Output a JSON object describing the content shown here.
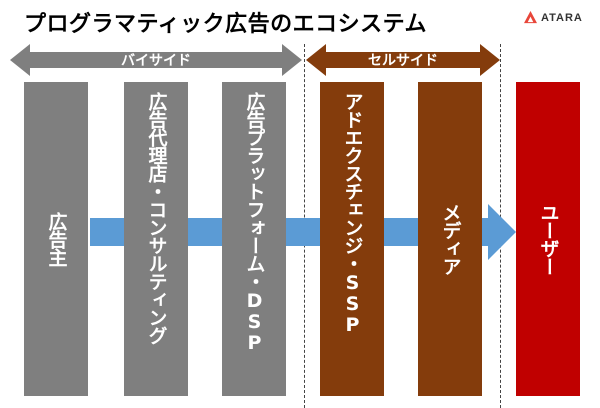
{
  "title": "プログラマティック広告のエコシステム",
  "logo": {
    "text": "ATARA",
    "icon": "atara-triangle-logo",
    "color": "#e8463a"
  },
  "segments": {
    "buy_side": {
      "label": "バイサイド",
      "color": "#7f7f7f"
    },
    "sell_side": {
      "label": "セルサイド",
      "color": "#843c0c"
    }
  },
  "columns": [
    {
      "label": "広告主",
      "color": "#7f7f7f"
    },
    {
      "label": "広告代理店・コンサルティング",
      "color": "#7f7f7f"
    },
    {
      "label": "広告プラットフォーム・DSP",
      "color": "#7f7f7f"
    },
    {
      "label": "アドエクスチェンジ・SSP",
      "color": "#843c0c"
    },
    {
      "label": "メディア",
      "color": "#843c0c"
    },
    {
      "label": "ユーザー",
      "color": "#c00000"
    }
  ],
  "flow_arrow": {
    "color": "#5b9bd5"
  }
}
